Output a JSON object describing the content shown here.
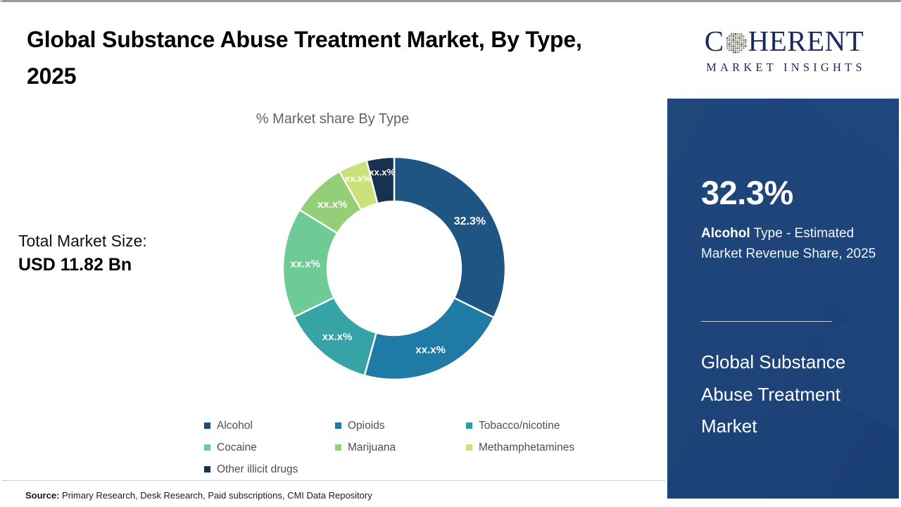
{
  "document": {
    "title": "Global Substance Abuse Treatment Market, By Type, 2025"
  },
  "left": {
    "title": "Global Substance Abuse Treatment Market, By Type, 2025",
    "chart_subtitle": "% Market share By Type",
    "market_size": {
      "label": "Total Market Size:",
      "value": "USD 11.82 Bn"
    },
    "source": {
      "prefix": "Source:",
      "text": " Primary Research, Desk Research, Paid subscriptions, CMI Data Repository"
    }
  },
  "right": {
    "logo": {
      "word_before": "C",
      "globe_icon": "dotted-globe-icon",
      "word_after": "HERENT",
      "subtitle": "MARKET INSIGHTS"
    },
    "panel": {
      "stat_value": "32.3%",
      "stat_desc_strong": "Alcohol",
      "stat_desc_rest": " Type - Estimated Market Revenue Share, 2025",
      "heading": "Global Substance Abuse Treatment Market"
    }
  },
  "chart_data": {
    "type": "pie",
    "variant": "donut",
    "title": "Global Substance Abuse Treatment Market, By Type, 2025",
    "subtitle": "% Market share By Type",
    "unit": "percent",
    "legend_position": "bottom",
    "grid": false,
    "total_label": "Total Market Size:",
    "total_value": "USD 11.82 Bn",
    "start_angle_deg": 0,
    "direction": "clockwise",
    "categories": [
      "Alcohol",
      "Opioids",
      "Tobacco/nicotine",
      "Cocaine",
      "Marijuana",
      "Methamphetamines",
      "Other illicit drugs"
    ],
    "values": [
      32.3,
      22.0,
      13.5,
      16.0,
      8.0,
      4.2,
      4.0
    ],
    "data_labels": [
      "32.3%",
      "xx.x%",
      "xx.x%",
      "xx.x%",
      "xx.x%",
      "xx.x%",
      "xx.x%"
    ],
    "colors": [
      "#1f5582",
      "#1f7ba6",
      "#36a3a6",
      "#6ecb96",
      "#92cf76",
      "#cbe07a",
      "#16324f"
    ],
    "legend": [
      {
        "label": "Alcohol",
        "color": "#1f4e70",
        "value": 32.3,
        "data_label": "32.3%"
      },
      {
        "label": "Opioids",
        "color": "#1f7ba6",
        "value": 22.0,
        "data_label": "xx.x%"
      },
      {
        "label": "Tobacco/nicotine",
        "color": "#2f9ba2",
        "value": 13.5,
        "data_label": "xx.x%"
      },
      {
        "label": "Cocaine",
        "color": "#6ecb96",
        "value": 16.0,
        "data_label": "xx.x%"
      },
      {
        "label": "Marijuana",
        "color": "#92cf76",
        "value": 8.0,
        "data_label": "xx.x%"
      },
      {
        "label": "Methamphetamines",
        "color": "#cbe07a",
        "value": 4.2,
        "data_label": "xx.x%"
      },
      {
        "label": "Other illicit drugs",
        "color": "#16324f",
        "value": 4.0,
        "data_label": "xx.x%"
      }
    ]
  }
}
